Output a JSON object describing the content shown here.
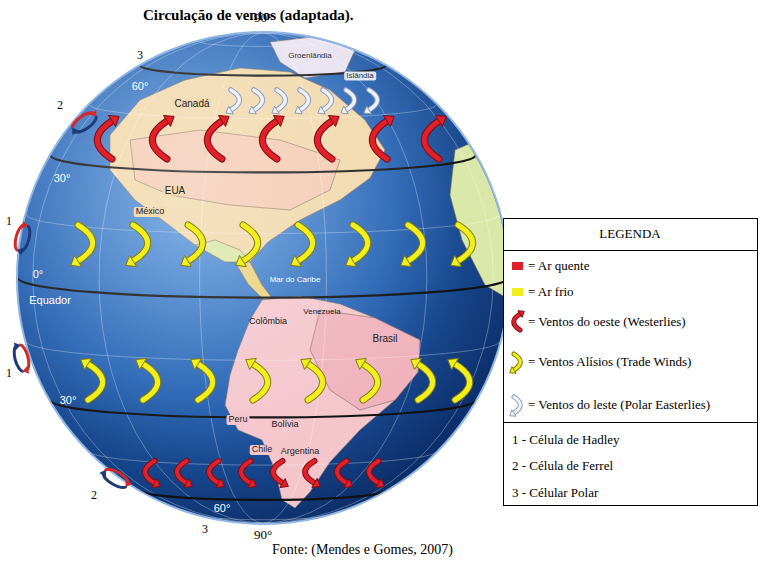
{
  "diagram": {
    "title": "Circulação de ventos (adaptada).",
    "caption": "Fonte: (Mendes e Gomes, 2007)",
    "labels": [
      "90°",
      "3",
      "60°",
      "2",
      "30°",
      "1",
      "0°",
      "Equador",
      "1",
      "30°",
      "2",
      "60°",
      "3",
      "90°",
      "Groenlândia",
      "Islândia",
      "Canadá",
      "EUA",
      "México",
      "Mar do Caribe",
      "Venezuela",
      "Colômbia",
      "Brasil",
      "Peru",
      "Bolívia",
      "Chile",
      "Argentina",
      "LEGENDA"
    ],
    "legend": [
      {
        "text": "= Ar quente",
        "color": "#e02028"
      },
      {
        "text": "= Ar frio",
        "color": "#f0ee1e"
      },
      {
        "text": "= Ventos do oeste (Westerlies)"
      },
      {
        "text": "= Ventos Alísios (Trade Winds)"
      },
      {
        "text": "= Ventos do leste (Polar Easterlies)"
      },
      {
        "text": "1 - Célula de Hadley"
      },
      {
        "text": "2 - Célula de Ferrel"
      },
      {
        "text": "3 - Célular Polar"
      }
    ]
  }
}
